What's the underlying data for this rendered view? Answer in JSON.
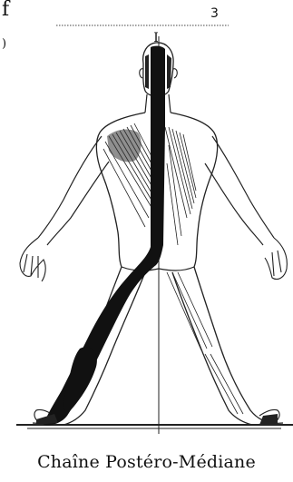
{
  "page": {
    "corner_letter": "f",
    "corner_paren": ")",
    "page_number": "3"
  },
  "figure": {
    "caption": "Chaîne Postéro-Médiane",
    "top_marker": "I"
  }
}
